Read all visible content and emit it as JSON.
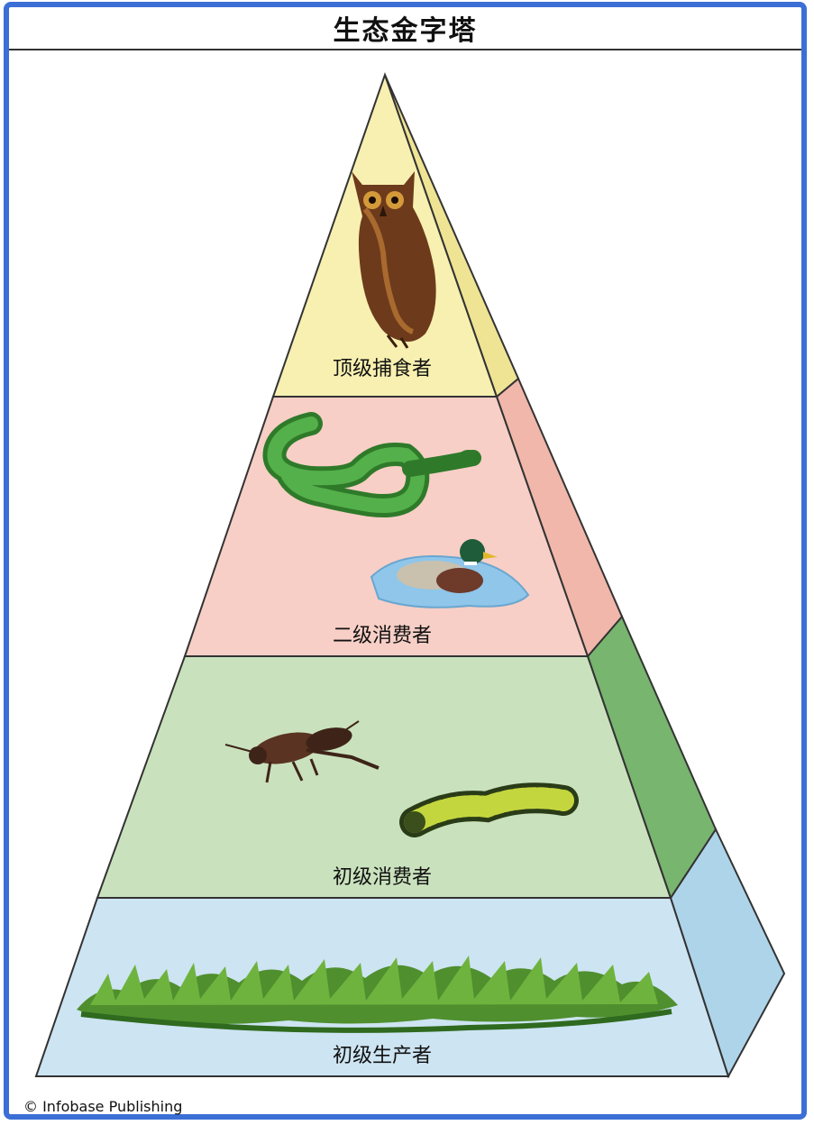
{
  "title": "生态金字塔",
  "levels": [
    {
      "label": "顶级捕食者",
      "icons": [
        "owl-icon"
      ]
    },
    {
      "label": "二级消费者",
      "icons": [
        "snake-icon",
        "duck-icon"
      ]
    },
    {
      "label": "初级消费者",
      "icons": [
        "cricket-icon",
        "caterpillar-icon"
      ]
    },
    {
      "label": "初级生产者",
      "icons": [
        "grass-icon"
      ]
    }
  ],
  "colors": {
    "border": "#3b6fd6",
    "apex_front": "#f7f0b0",
    "apex_side": "#efe494",
    "secondary_front": "#f7cfc6",
    "secondary_side": "#f1b7ab",
    "primary_front": "#c9e2bd",
    "primary_side": "#78b56e",
    "producer_front": "#cde4f2",
    "producer_side": "#aed4ea"
  },
  "copyright": "© Infobase Publishing"
}
